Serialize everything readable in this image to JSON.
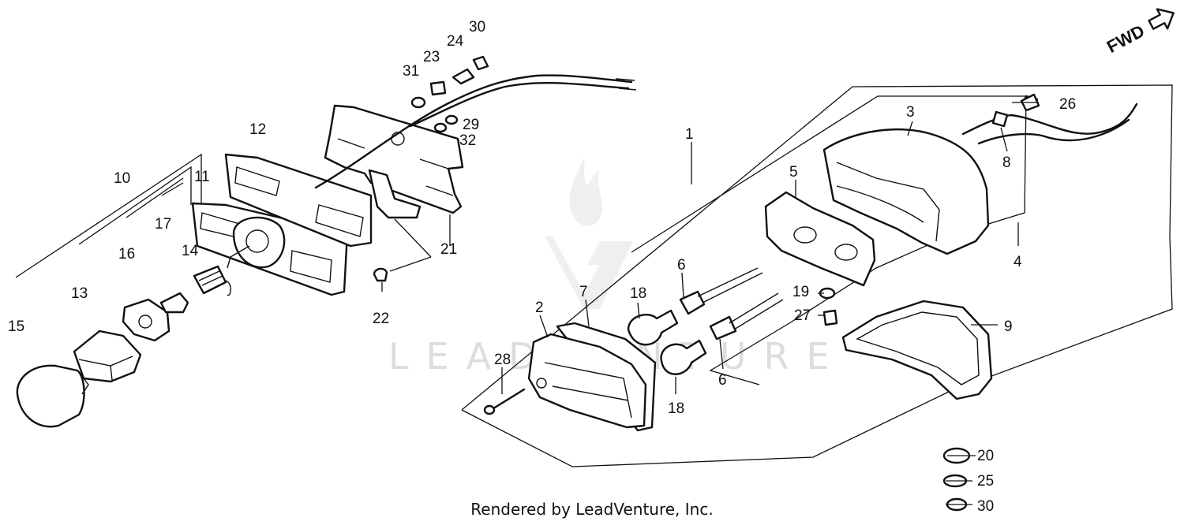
{
  "diagram": {
    "callouts": [
      {
        "id": "c1",
        "label": "1"
      },
      {
        "id": "c2",
        "label": "2"
      },
      {
        "id": "c3",
        "label": "3"
      },
      {
        "id": "c4",
        "label": "4"
      },
      {
        "id": "c5",
        "label": "5"
      },
      {
        "id": "c6a",
        "label": "6"
      },
      {
        "id": "c6b",
        "label": "6"
      },
      {
        "id": "c7",
        "label": "7"
      },
      {
        "id": "c8",
        "label": "8"
      },
      {
        "id": "c9",
        "label": "9"
      },
      {
        "id": "c10",
        "label": "10"
      },
      {
        "id": "c11",
        "label": "11"
      },
      {
        "id": "c12",
        "label": "12"
      },
      {
        "id": "c13",
        "label": "13"
      },
      {
        "id": "c14",
        "label": "14"
      },
      {
        "id": "c15",
        "label": "15"
      },
      {
        "id": "c16",
        "label": "16"
      },
      {
        "id": "c17",
        "label": "17"
      },
      {
        "id": "c18a",
        "label": "18"
      },
      {
        "id": "c18b",
        "label": "18"
      },
      {
        "id": "c19",
        "label": "19"
      },
      {
        "id": "c20",
        "label": "20"
      },
      {
        "id": "c21",
        "label": "21"
      },
      {
        "id": "c22",
        "label": "22"
      },
      {
        "id": "c23",
        "label": "23"
      },
      {
        "id": "c24",
        "label": "24"
      },
      {
        "id": "c25",
        "label": "25"
      },
      {
        "id": "c26",
        "label": "26"
      },
      {
        "id": "c27",
        "label": "27"
      },
      {
        "id": "c28",
        "label": "28"
      },
      {
        "id": "c29",
        "label": "29"
      },
      {
        "id": "c30a",
        "label": "30"
      },
      {
        "id": "c30b",
        "label": "30"
      },
      {
        "id": "c31",
        "label": "31"
      },
      {
        "id": "c32",
        "label": "32"
      }
    ],
    "direction_label": "FWD",
    "watermark_text": "LEADVENTURE"
  },
  "footer": {
    "text": "Rendered by LeadVenture, Inc."
  },
  "colors": {
    "ink": "#111111",
    "watermark": "#dddddd",
    "background": "#ffffff"
  }
}
